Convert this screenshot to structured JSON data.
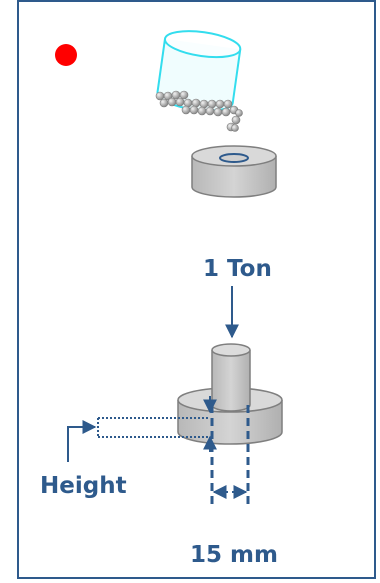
{
  "labels": {
    "load": "1 Ton",
    "height": "Height",
    "diameter": "15 mm"
  },
  "colors": {
    "frame": "#2e5a8c",
    "text": "#2e5a8c",
    "red_dot": "#ff0000",
    "beaker": "#33ddee",
    "cylinder_fill": "#c8c8c8",
    "cylinder_stroke": "#7f7f7f",
    "arrow": "#2e5a8c"
  },
  "icons": {
    "dot": "red-dot-icon",
    "beaker": "beaker-icon",
    "mold": "mold-cylinder-icon",
    "punch": "punch-cylinder-icon"
  }
}
